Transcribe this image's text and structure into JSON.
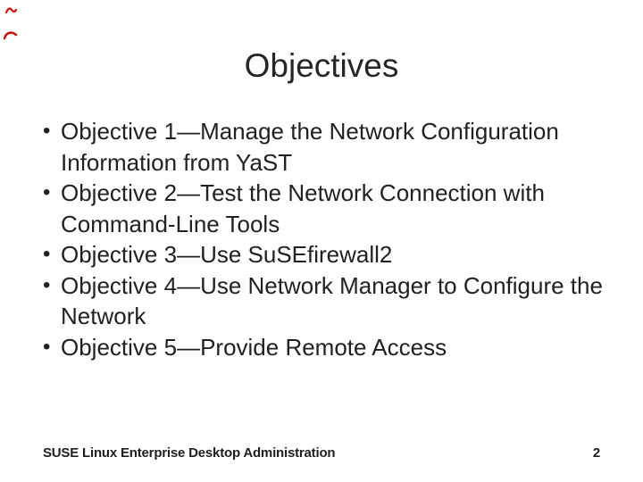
{
  "slide": {
    "title": "Objectives",
    "bullet_char": "•",
    "bullets": [
      "Objective 1—Manage the Network Configuration Information from YaST",
      "Objective 2—Test the Network Connection with Command-Line Tools",
      "Objective 3—Use SuSEfirewall2",
      "Objective 4—Use Network Manager to Configure the Network",
      "Objective 5—Provide Remote Access"
    ],
    "footer": {
      "course_title": "SUSE Linux Enterprise Desktop Administration",
      "page_number": "2"
    },
    "colors": {
      "background": "#ffffff",
      "text": "#212121",
      "annotation_red": "#cc1111"
    }
  }
}
